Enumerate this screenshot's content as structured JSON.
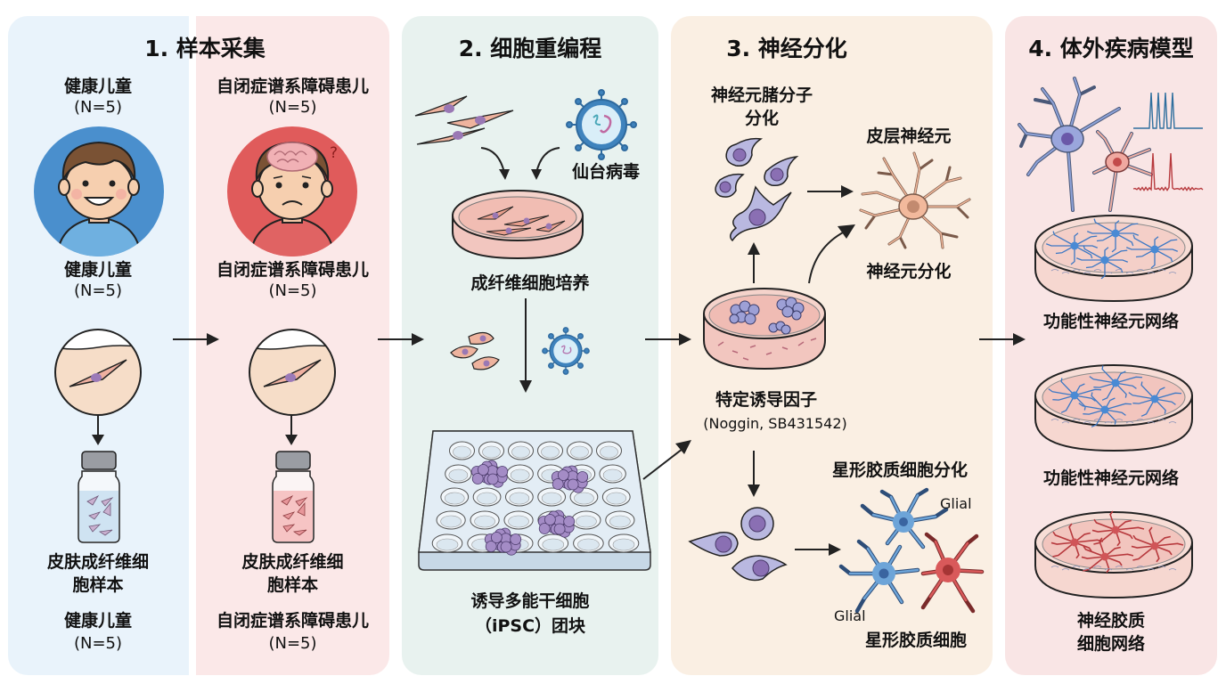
{
  "panels": [
    {
      "title": "1. 样本采集",
      "groups": [
        {
          "name": "健康儿童",
          "n": "(N=5)",
          "name_repeat": "健康儿童",
          "n_repeat": "(N=5)",
          "sample_label": "皮肤成纤维细胞样本",
          "sample_label_line1": "皮肤成纤维细",
          "sample_label_line2": "胞样本",
          "name_bottom": "健康儿童",
          "n_bottom": "(N=5)",
          "color": "#4a90cf"
        },
        {
          "name": "自闭症谱系障碍患儿",
          "n": "(N=5)",
          "name_repeat": "自闭症谱系障碍患儿",
          "n_repeat": "(N=5)",
          "sample_label_line1": "皮肤成纤维细",
          "sample_label_line2": "胞样本",
          "name_bottom": "自闭症谱系障碍患儿",
          "n_bottom": "(N=5)",
          "question_mark": "?",
          "color": "#e05a5a"
        }
      ]
    },
    {
      "title": "2. 细胞重编程",
      "virus_label": "仙台病毒",
      "culture_label": "成纤维细胞培养",
      "ipsc_label_line1": "诱导多能干细胞",
      "ipsc_label_line2": "（iPSC）团块"
    },
    {
      "title": "3. 神经分化",
      "progenitor_label_line1": "神经元䐗分子",
      "progenitor_label_line2": "分化",
      "cortical_label": "皮层神经元",
      "neuron_diff_label": "神经元分化",
      "factors_label": "特定诱导因子",
      "factors_detail": "(Noggin, SB431542)",
      "astro_diff_label": "星形胶质细胞分化",
      "glial_tag_1": "Glial",
      "glial_tag_2": "Glial",
      "astro_label": "星形胶质细胞"
    },
    {
      "title": "4. 体外疾病模型",
      "network_label_1": "功能性神经元网络",
      "network_label_2": "功能性神经元网络",
      "glia_network_line1": "神经胶质",
      "glia_network_line2": "细胞网络"
    }
  ],
  "colors": {
    "healthy_blue": "#4a90cf",
    "asd_red": "#e05a5a",
    "neuron_blue": "#3b78c0",
    "neuron_red": "#c8474a",
    "cell_pink": "#f0b6a3",
    "nucleus_purple": "#8a6fb3"
  }
}
